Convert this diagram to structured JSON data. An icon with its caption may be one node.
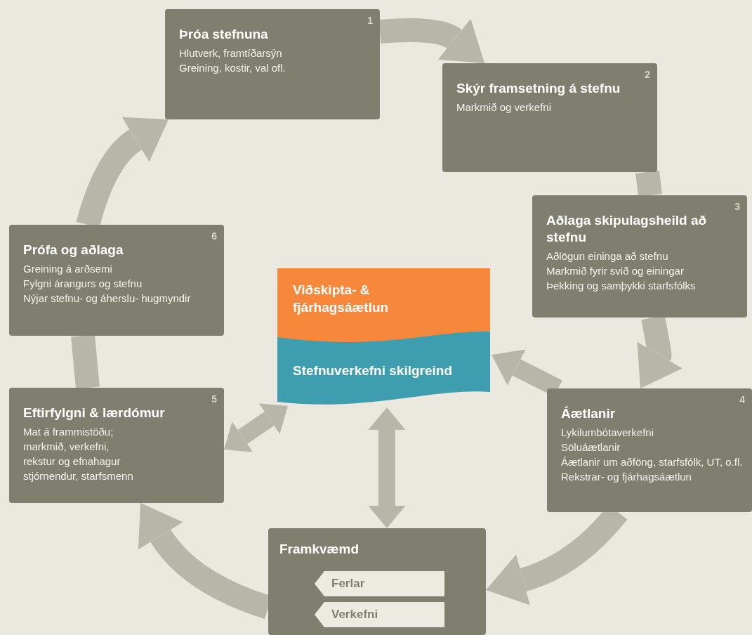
{
  "diagram": {
    "nodes": [
      {
        "text": [
          "1",
          "Þróa stefnuna",
          "Hlutverk, framtíðarsýn",
          "Greining, kostir, val ofl."
        ]
      },
      {
        "text": [
          "2",
          "Skýr framsetning á stefnu",
          "Markmið og verkefni"
        ]
      },
      {
        "text": [
          "3",
          "Aðlaga skipulagsheild að stefnu",
          "Aðlögun eininga að stefnu",
          "Markmið fyrir svið og einingar",
          "Þekking og samþykki starfsfólks"
        ]
      },
      {
        "text": [
          "4",
          "Áætlanir",
          "Lykilumbótaverkefni",
          "Söluáætlanir",
          "Áætlanir um aðföng, starfsfólk, UT, o.fl.",
          "Rekstrar- og fjárhagsáætlun"
        ]
      },
      {
        "text": [
          "Framkvæmd"
        ]
      },
      {
        "text": [
          "Ferlar"
        ],
        "in": 4
      },
      {
        "text": [
          "Verkefni"
        ],
        "in": 4
      },
      {
        "text": [
          "5",
          "Eftirfylgni & lærdómur",
          "Mat á frammistöðu;",
          "markmið, verkefni,",
          "rekstur og efnahagur",
          "stjórnendur, starfsmenn"
        ]
      },
      {
        "text": [
          "6",
          "Prófa og aðlaga",
          "Greining á arðsemi",
          "Fylgni árangurs og stefnu",
          "Nýjar stefnu- og áherslu- hugmyndir"
        ]
      },
      {
        "text": [
          "Viðskipta- & fjárhagsáætlun",
          "Stefnuverkefni skilgreind"
        ]
      }
    ],
    "edges": [
      {
        "from": 0,
        "to": 1,
        "arrow": "to"
      },
      {
        "from": 1,
        "to": 2,
        "arrow": "none"
      },
      {
        "from": 2,
        "to": 3,
        "arrow": "to"
      },
      {
        "from": 3,
        "to": 4,
        "arrow": "to"
      },
      {
        "from": 4,
        "to": 7,
        "arrow": "to"
      },
      {
        "from": 7,
        "to": 8,
        "arrow": "none"
      },
      {
        "from": 8,
        "to": 0,
        "arrow": "to"
      },
      {
        "from": 3,
        "to": 9,
        "arrow": "to"
      },
      {
        "from": 7,
        "to": 9,
        "arrow": "both"
      },
      {
        "from": 9,
        "to": 4,
        "arrow": "both"
      }
    ]
  }
}
